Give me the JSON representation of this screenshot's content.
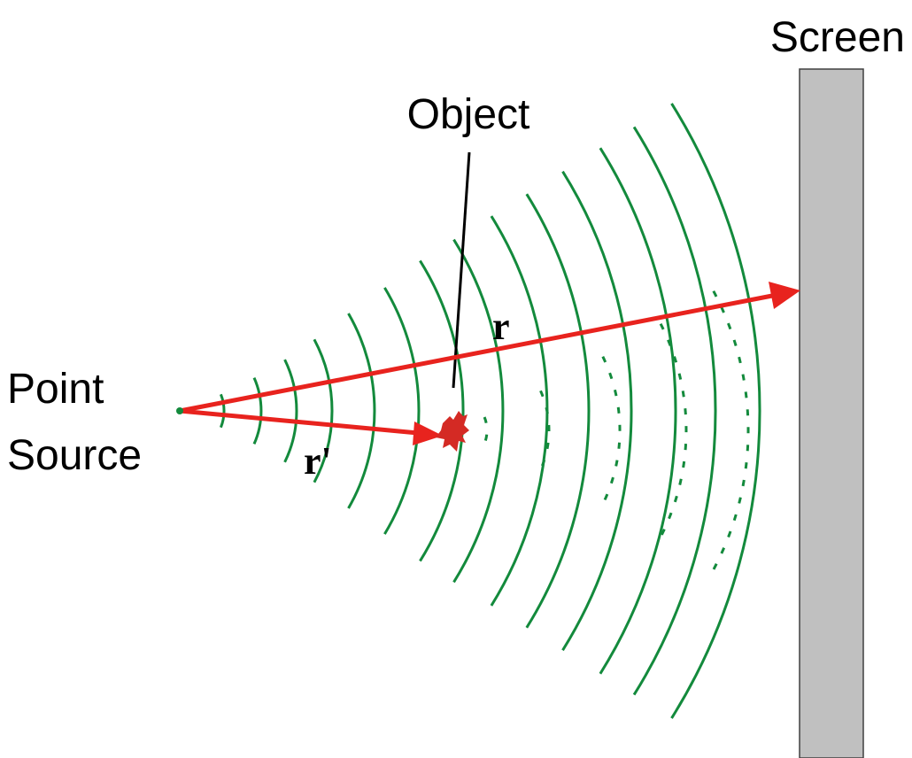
{
  "labels": {
    "screen": "Screen",
    "object": "Object",
    "point_source_line1": "Point",
    "point_source_line2": "Source",
    "vector_r": "r",
    "vector_r_prime": "r'"
  },
  "colors": {
    "wave": "#138a3c",
    "arrow": "#e8231e",
    "object": "#d42a24",
    "screen_fill": "#c0c0c0",
    "screen_stroke": "#404040",
    "pointer_line": "#000000"
  }
}
